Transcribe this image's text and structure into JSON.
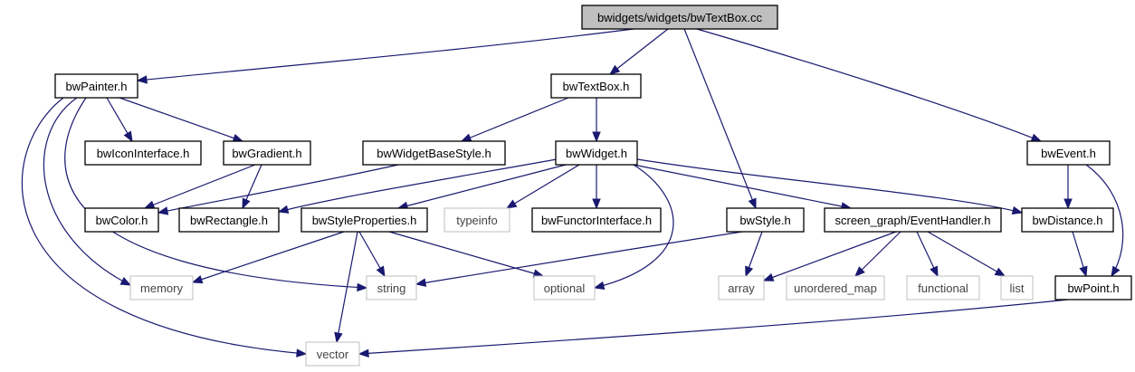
{
  "diagram": {
    "nodes": [
      {
        "id": "root",
        "label": "bwidgets/widgets/bwTextBox.cc",
        "kind": "root"
      },
      {
        "id": "painter",
        "label": "bwPainter.h",
        "kind": "local"
      },
      {
        "id": "textboxh",
        "label": "bwTextBox.h",
        "kind": "local"
      },
      {
        "id": "event",
        "label": "bwEvent.h",
        "kind": "local"
      },
      {
        "id": "iconif",
        "label": "bwIconInterface.h",
        "kind": "local"
      },
      {
        "id": "gradient",
        "label": "bwGradient.h",
        "kind": "local"
      },
      {
        "id": "wbstyle",
        "label": "bwWidgetBaseStyle.h",
        "kind": "local"
      },
      {
        "id": "widget",
        "label": "bwWidget.h",
        "kind": "local"
      },
      {
        "id": "color",
        "label": "bwColor.h",
        "kind": "local"
      },
      {
        "id": "rect",
        "label": "bwRectangle.h",
        "kind": "local"
      },
      {
        "id": "styleprops",
        "label": "bwStyleProperties.h",
        "kind": "local"
      },
      {
        "id": "typeinfo",
        "label": "typeinfo",
        "kind": "sys"
      },
      {
        "id": "functor",
        "label": "bwFunctorInterface.h",
        "kind": "local"
      },
      {
        "id": "style",
        "label": "bwStyle.h",
        "kind": "local"
      },
      {
        "id": "evhandler",
        "label": "screen_graph/EventHandler.h",
        "kind": "local"
      },
      {
        "id": "distance",
        "label": "bwDistance.h",
        "kind": "local"
      },
      {
        "id": "memory",
        "label": "memory",
        "kind": "sys"
      },
      {
        "id": "string",
        "label": "string",
        "kind": "sys"
      },
      {
        "id": "optional",
        "label": "optional",
        "kind": "sys"
      },
      {
        "id": "array",
        "label": "array",
        "kind": "sys"
      },
      {
        "id": "umap",
        "label": "unordered_map",
        "kind": "sys"
      },
      {
        "id": "functional",
        "label": "functional",
        "kind": "sys"
      },
      {
        "id": "list",
        "label": "list",
        "kind": "sys"
      },
      {
        "id": "point",
        "label": "bwPoint.h",
        "kind": "local"
      },
      {
        "id": "vector",
        "label": "vector",
        "kind": "sys"
      }
    ],
    "edges": [
      [
        "root",
        "painter"
      ],
      [
        "root",
        "textboxh"
      ],
      [
        "root",
        "style"
      ],
      [
        "root",
        "event"
      ],
      [
        "painter",
        "iconif"
      ],
      [
        "painter",
        "gradient"
      ],
      [
        "painter",
        "memory"
      ],
      [
        "painter",
        "string"
      ],
      [
        "painter",
        "vector"
      ],
      [
        "gradient",
        "color"
      ],
      [
        "gradient",
        "rect"
      ],
      [
        "textboxh",
        "wbstyle"
      ],
      [
        "textboxh",
        "widget"
      ],
      [
        "wbstyle",
        "color"
      ],
      [
        "widget",
        "rect"
      ],
      [
        "widget",
        "styleprops"
      ],
      [
        "widget",
        "typeinfo"
      ],
      [
        "widget",
        "functor"
      ],
      [
        "widget",
        "evhandler"
      ],
      [
        "widget",
        "distance"
      ],
      [
        "widget",
        "optional"
      ],
      [
        "styleprops",
        "memory"
      ],
      [
        "styleprops",
        "string"
      ],
      [
        "styleprops",
        "optional"
      ],
      [
        "styleprops",
        "vector"
      ],
      [
        "style",
        "string"
      ],
      [
        "style",
        "array"
      ],
      [
        "evhandler",
        "array"
      ],
      [
        "evhandler",
        "umap"
      ],
      [
        "evhandler",
        "functional"
      ],
      [
        "evhandler",
        "list"
      ],
      [
        "event",
        "distance"
      ],
      [
        "event",
        "point"
      ],
      [
        "distance",
        "point"
      ],
      [
        "point",
        "vector"
      ]
    ]
  }
}
